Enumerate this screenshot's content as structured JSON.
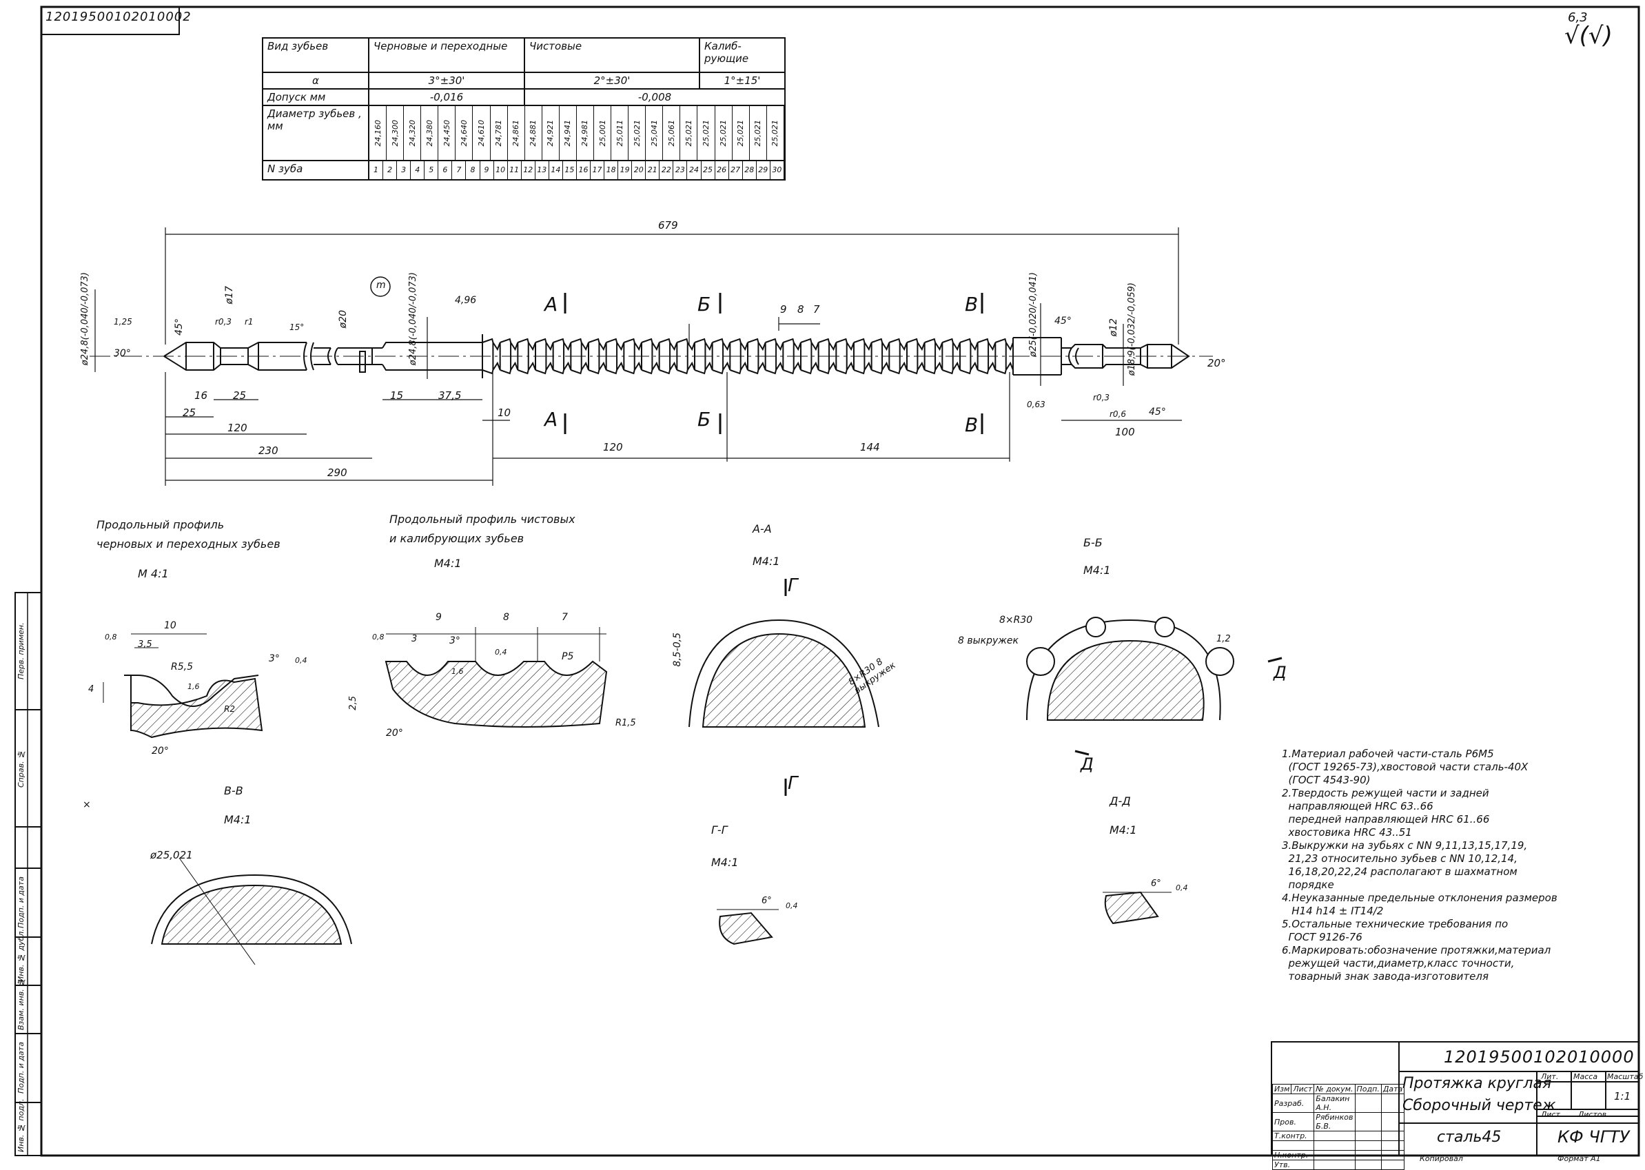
{
  "stamp_code": "12019500102010002",
  "roughness": {
    "value": "6,3",
    "sign": "√(√)"
  },
  "tooth_table": {
    "headers": [
      "Вид зубьев",
      "Черновые и переходные",
      "Чистовые",
      "Калиб-рующие"
    ],
    "alpha_label": "α",
    "alpha_values": [
      "3°±30'",
      "2°±30'",
      "1°±15'"
    ],
    "tol_label": "Допуск мм",
    "tol_values": [
      "-0,016",
      "-0,008"
    ],
    "diam_label": "Диаметр зубьев , мм",
    "diam_values": [
      "24,160",
      "24,300",
      "24,320",
      "24,380",
      "24,450",
      "24,640",
      "24,610",
      "24,781",
      "24,861",
      "24,881",
      "24,921",
      "24,941",
      "24,981",
      "25,001",
      "25,011",
      "25,021",
      "25,041",
      "25,061",
      "25,021",
      "25,021",
      "25,021",
      "25,021",
      "25,021",
      "25,021"
    ],
    "num_label": "N зуба",
    "num_values": [
      "1",
      "2",
      "3",
      "4",
      "5",
      "6",
      "7",
      "8",
      "9",
      "10",
      "11",
      "12",
      "13",
      "14",
      "15",
      "16",
      "17",
      "18",
      "19",
      "20",
      "21",
      "22",
      "23",
      "24",
      "25",
      "26",
      "27",
      "28",
      "29",
      "30"
    ]
  },
  "dims": {
    "overall": "679",
    "d_left": "ø24,8(-0,040/-0,073)",
    "d1": "1,25",
    "ang30": "30°",
    "ang45a": "45°",
    "d17": "ø17",
    "r03": "r0,3",
    "r1": "r1",
    "ang15": "15°",
    "d20": "ø20",
    "mark": "m",
    "d24_8b": "ø24,8(-0,040/-0,073)",
    "d4_96": "4,96",
    "sec_A": "А",
    "sec_B": "Б",
    "sec_V": "В",
    "p9": "9",
    "p8": "8",
    "p7": "7",
    "d25": "ø25(-0,020/-0,041)",
    "ang45b": "45°",
    "d12": "ø12",
    "d18": "ø18,9(-0,032/-0,059)",
    "ang20": "20°",
    "l16": "16",
    "l25": "25",
    "l25b": "25",
    "l120": "120",
    "l230": "230",
    "l290": "290",
    "l15": "15",
    "l37_5": "37,5",
    "l10": "10",
    "l120b": "120",
    "l144": "144",
    "rough063": "0,63",
    "r03b": "r0,3",
    "r06": "r0,6",
    "l100": "100",
    "ang45c": "45°"
  },
  "profiles": {
    "rough_title": "Продольный профиль черновых и переходных зубьев",
    "rough_scale": "М 4:1",
    "clean_title": "Продольный профиль чистовых и калибрующих зубьев",
    "clean_scale": "М4:1",
    "r_p10": "10",
    "r_08": "0,8",
    "r_35": "3,5",
    "r_R55": "R5,5",
    "r_16": "1,6",
    "r_R2": "R2",
    "r_3deg": "3°",
    "r_04": "0,4",
    "r_4": "4",
    "r_20deg": "20°",
    "c_9": "9",
    "c_8": "8",
    "c_7": "7",
    "c_08": "0,8",
    "c_3": "3",
    "c_3deg": "3°",
    "c_16": "1,6",
    "c_04": "0,4",
    "c_P5": "P5",
    "c_25": "2,5",
    "c_20deg": "20°",
    "c_R15": "R1,5"
  },
  "sections": {
    "AA_title": "А-А",
    "AA_scale": "М4:1",
    "AA_dim": "8,5-0,5",
    "AA_note": "8×R30 8 выкружек",
    "BB_title": "Б-Б",
    "BB_scale": "М4:1",
    "BB_note1": "8×R30",
    "BB_note2": "8 выкружек",
    "BB_dim": "1,2",
    "G_mark": "Г",
    "D_mark": "Д",
    "VV_title": "В-В",
    "VV_scale": "М4:1",
    "VV_dim": "ø25,021",
    "GG_title": "Г-Г",
    "GG_scale": "М4:1",
    "GG_ang": "6°",
    "GG_r": "0,4",
    "DD_title": "Д-Д",
    "DD_scale": "М4:1",
    "DD_ang": "6°",
    "DD_r": "0,4"
  },
  "notes": [
    "1.Материал рабочей части-сталь Р6М5",
    "  (ГОСТ 19265-73),хвостовой части сталь-40Х",
    "  (ГОСТ 4543-90)",
    "2.Твердость режущей части и задней",
    "  направляющей HRC 63..66",
    "  передней направляющей HRC 61..66",
    "  хвостовика HRC 43..51",
    "3.Выкружки на зубьях с NN 9,11,13,15,17,19,",
    "  21,23 относительно зубьев с NN 10,12,14,",
    "  16,18,20,22,24 располагают в шахматном",
    "  порядке",
    "4.Неуказанные предельные отклонения размеров",
    "   H14 h14 ± IT14/2",
    "5.Остальные технические требования по",
    "  ГОСТ 9126-76",
    "6.Маркировать:обозначение протяжки,материал",
    "  режущей части,диаметр,класс точности,",
    "  товарный знак завода-изготовителя"
  ],
  "title_block": {
    "code": "12019500102010000",
    "name1": "Протяжка круглая",
    "name2": "Сборочный чертеж",
    "material": "сталь45",
    "org": "КФ ЧГТУ",
    "col_izm": "Изм",
    "col_list": "Лист",
    "col_doc": "№ докум.",
    "col_podp": "Подп.",
    "col_data": "Дата",
    "razrab": "Разраб.",
    "razrab_name": "Балакин А.Н.",
    "prov": "Пров.",
    "prov_name": "Рябинков Б.В.",
    "tkontr": "Т.контр.",
    "nkontr": "Н.контр.",
    "utv": "Утв.",
    "lit": "Лит.",
    "massa": "Масса",
    "masshtab": "Масштаб",
    "scale_val": "1:1",
    "list_lbl": "Лист",
    "listov_lbl": "Листов",
    "kopiroval": "Копировал",
    "format": "Формат  А1"
  },
  "side_stamps": [
    "Перв. примен.",
    "Справ. №",
    "Подп. и дата",
    "Инв. № дубл.",
    "Взам. инв. №",
    "Подп. и дата",
    "Инв. № подл."
  ]
}
